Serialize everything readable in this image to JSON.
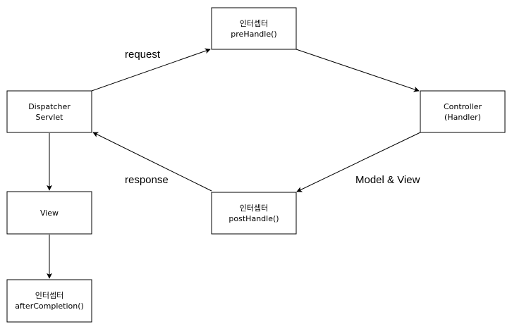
{
  "nodes": {
    "dispatcher": {
      "line1": "Dispatcher",
      "line2": "Servlet"
    },
    "prehandle": {
      "line1": "인터셉터",
      "line2": "preHandle()"
    },
    "controller": {
      "line1": "Controller",
      "line2": "(Handler)"
    },
    "posthandle": {
      "line1": "인터셉터",
      "line2": "postHandle()"
    },
    "view": {
      "line1": "View"
    },
    "aftercompletion": {
      "line1": "인터셉터",
      "line2": "afterCompletion()"
    }
  },
  "edges": {
    "request": "request",
    "model_view": "Model & View",
    "response": "response"
  }
}
